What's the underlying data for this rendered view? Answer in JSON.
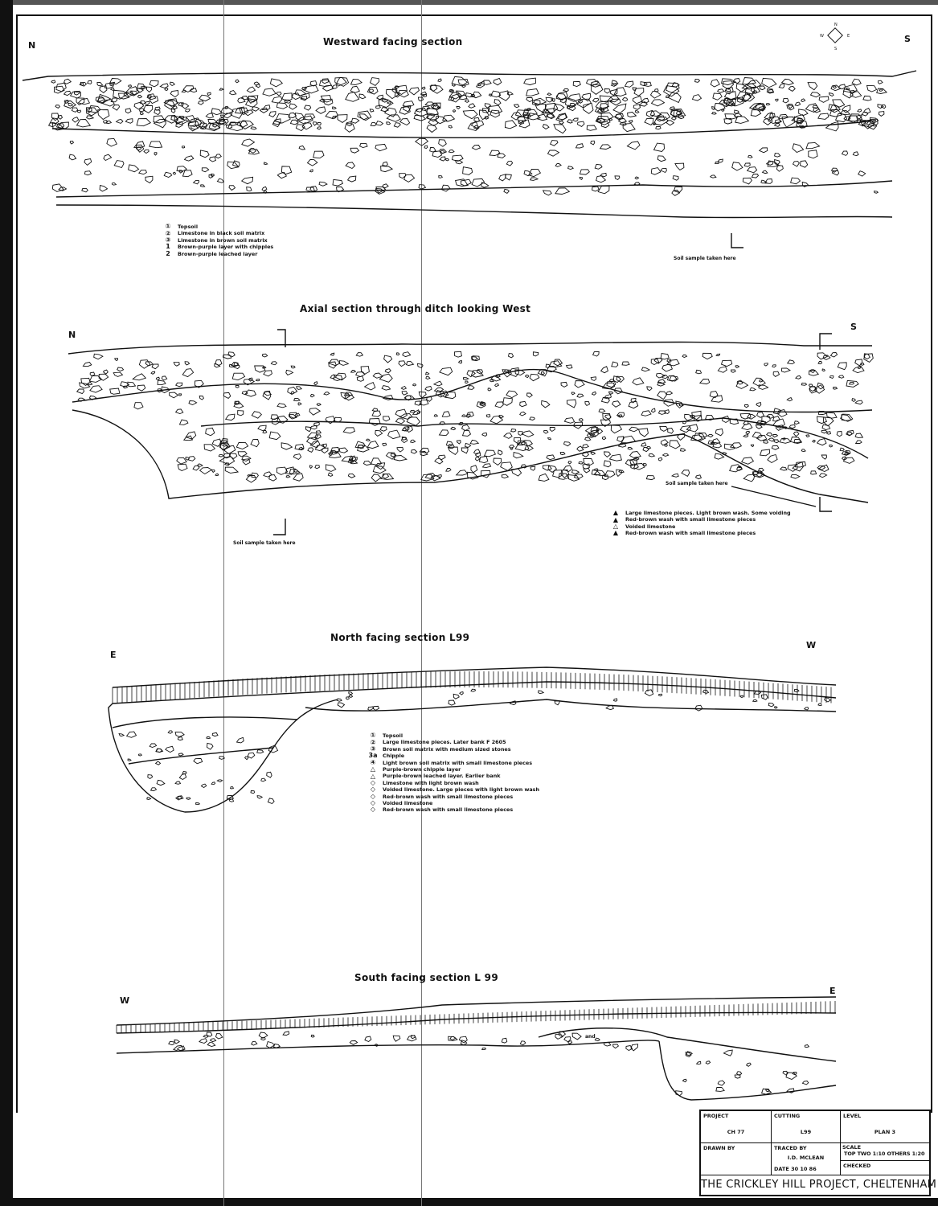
{
  "sections": [
    {
      "title": "Westward facing section",
      "left_dir": "N",
      "right_dir": "S",
      "note": "Soil sample taken here",
      "legend": [
        {
          "symbol": "①",
          "label": "Topsoil"
        },
        {
          "symbol": "②",
          "label": "Limestone in black soil matrix"
        },
        {
          "symbol": "③",
          "label": "Limestone in brown soil matrix"
        },
        {
          "symbol": "1",
          "label": "Brown-purple layer with chipples"
        },
        {
          "symbol": "2",
          "label": "Brown-purple leached layer"
        }
      ]
    },
    {
      "title": "Axial section through ditch looking West",
      "left_dir": "N",
      "right_dir": "S",
      "notes": [
        "Soil sample taken here",
        "Soil sample taken here"
      ],
      "legend": [
        {
          "symbol": "▲",
          "label": "Large limestone pieces. Light brown wash. Some voiding"
        },
        {
          "symbol": "▲",
          "label": "Red-brown wash with small limestone pieces"
        },
        {
          "symbol": "△",
          "label": "Voided limestone"
        },
        {
          "symbol": "▲",
          "label": "Red-brown wash with small limestone pieces"
        }
      ]
    },
    {
      "title": "North facing section L99",
      "left_dir": "E",
      "right_dir": "W",
      "legend": [
        {
          "symbol": "①",
          "label": "Topsoil"
        },
        {
          "symbol": "②",
          "label": "Large limestone pieces. Later bank  F 2605"
        },
        {
          "symbol": "③",
          "label": "Brown soil matrix with medium sized stones"
        },
        {
          "symbol": "3a",
          "label": "Chipple"
        },
        {
          "symbol": "④",
          "label": "Light brown soil matrix with small limestone pieces"
        },
        {
          "symbol": "△",
          "label": "Purple-brown chipple layer"
        },
        {
          "symbol": "△",
          "label": "Purple-brown leached layer. Earlier bank"
        },
        {
          "symbol": "◇",
          "label": "Limestone with light brown wash"
        },
        {
          "symbol": "◇",
          "label": "Voided limestone. Large pieces with light brown wash"
        },
        {
          "symbol": "◇",
          "label": "Red-brown wash with small limestone pieces"
        },
        {
          "symbol": "◇",
          "label": "Voided limestone"
        },
        {
          "symbol": "◇",
          "label": "Red-brown wash with small limestone pieces"
        }
      ]
    },
    {
      "title": "South facing section L 99",
      "left_dir": "W",
      "right_dir": "E",
      "inline_label": "and"
    }
  ],
  "compass": {
    "n": "N",
    "e": "E",
    "s": "S",
    "w": "W"
  },
  "title_block": {
    "project_label": "PROJECT",
    "project": "CH 77",
    "cutting_label": "CUTTING",
    "cutting": "L99",
    "level_label": "LEVEL",
    "level": "PLAN 3",
    "drawn_by_label": "DRAWN BY",
    "drawn_by": "",
    "traced_by_label": "TRACED BY",
    "traced_by": "I.D. MCLEAN",
    "date_label": "DATE",
    "date": "30 10 86",
    "scale_label": "SCALE",
    "scale": "TOP TWO 1:10 OTHERS 1:20",
    "checked_label": "CHECKED",
    "checked": "",
    "project_title": "THE CRICKLEY HILL PROJECT, CHELTENHAM"
  }
}
